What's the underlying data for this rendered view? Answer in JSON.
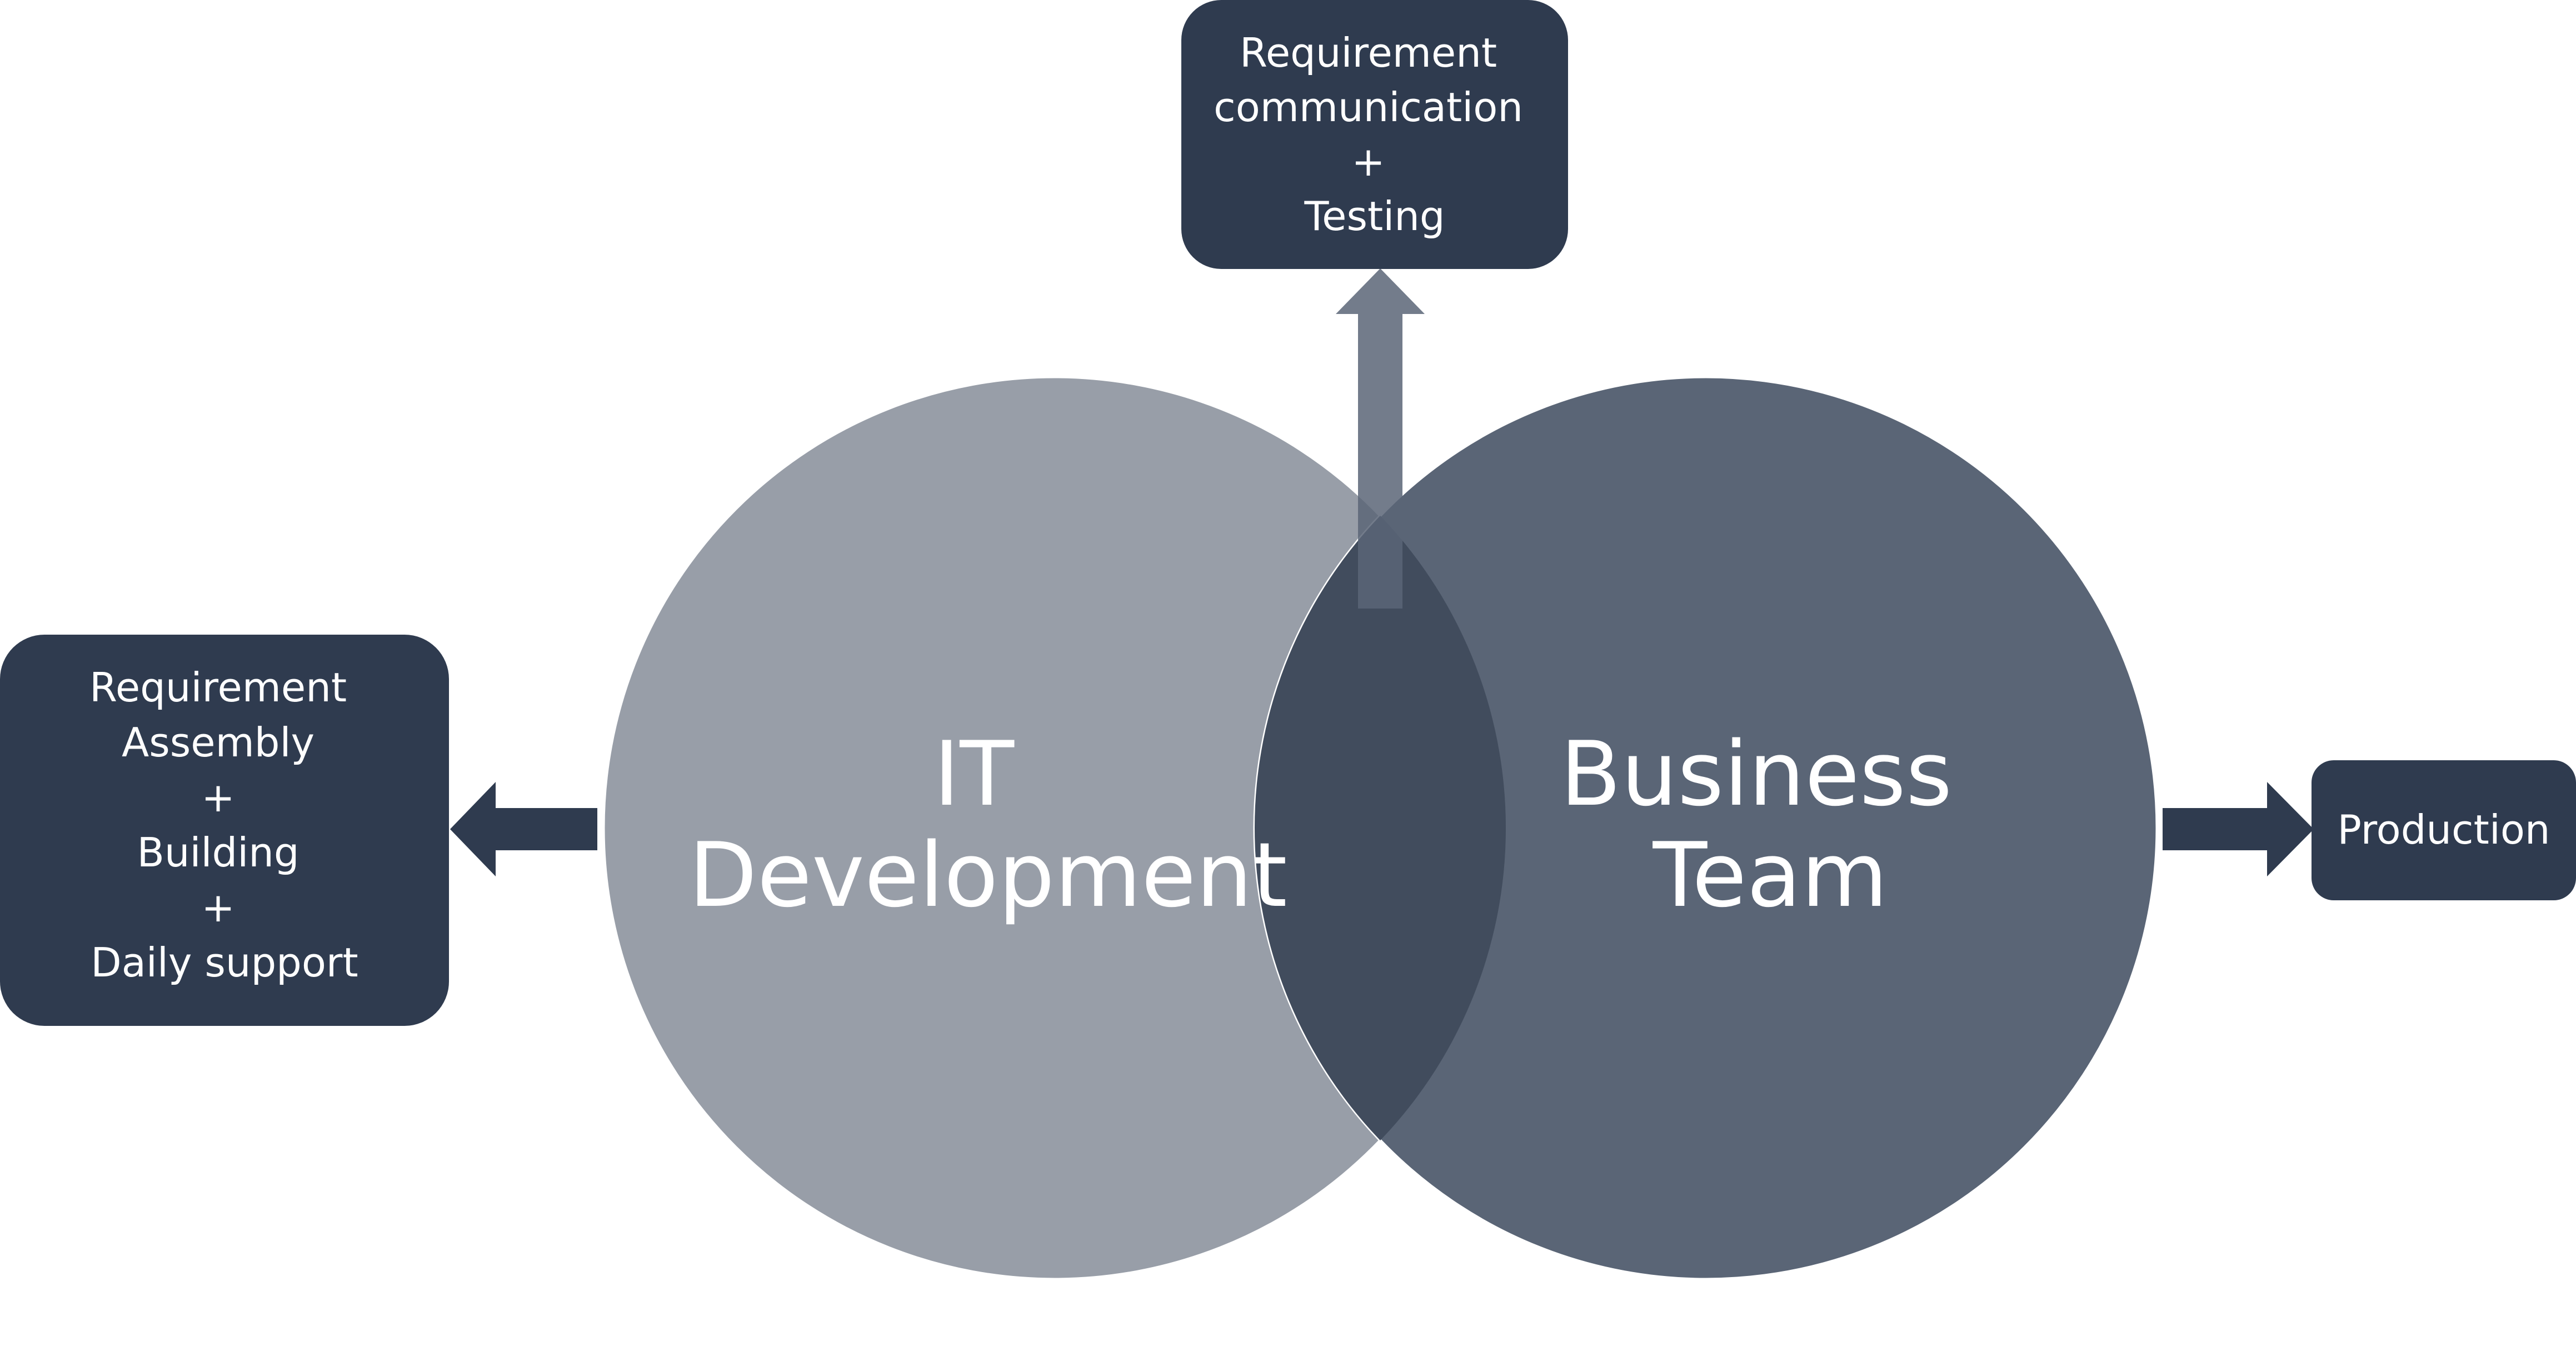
{
  "colors": {
    "box": "#2f3b4f",
    "circle_left": "#989ea8",
    "circle_right": "#5a6576",
    "overlap": "#414c5d",
    "arrow_up": "#5b6577",
    "arrow_side": "#2f3b4f",
    "outline": "#ffffff"
  },
  "circles": {
    "left": {
      "lines": [
        "IT",
        "Development"
      ]
    },
    "right": {
      "lines": [
        "Business",
        "Team"
      ]
    }
  },
  "boxes": {
    "top": {
      "lines": [
        "Requirement",
        "communication",
        "+",
        "Testing"
      ]
    },
    "left": {
      "lines": [
        "Requirement",
        "Assembly",
        "+",
        "Building",
        "+",
        "Daily support"
      ]
    },
    "right": {
      "lines": [
        "Production"
      ]
    }
  },
  "arrows": [
    {
      "name": "arrow-up",
      "direction": "up",
      "from": "overlap",
      "to": "top"
    },
    {
      "name": "arrow-left",
      "direction": "left",
      "from": "circle-left",
      "to": "left"
    },
    {
      "name": "arrow-right",
      "direction": "right",
      "from": "circle-right",
      "to": "right"
    }
  ]
}
